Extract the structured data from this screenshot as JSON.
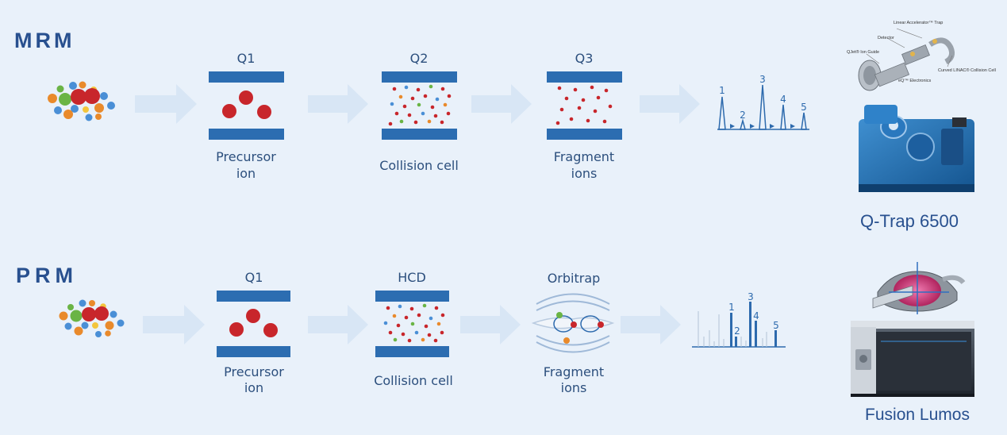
{
  "colors": {
    "background": "#e9f1fa",
    "bar": "#2c6db1",
    "title": "#28508f",
    "label": "#2c4f7d",
    "arrow": "#d8e6f5",
    "ion_red": "#c8262b",
    "ion_orange": "#e98a2b",
    "ion_green": "#6ab445",
    "ion_blue": "#4a8fd6",
    "ion_yellow": "#f3c53c",
    "spectrum": "#2d6aad"
  },
  "mrm": {
    "title": "MRM",
    "stage1": {
      "name": "Q1",
      "caption_line1": "Precursor",
      "caption_line2": "ion"
    },
    "stage2": {
      "name": "Q2",
      "caption": "Collision cell"
    },
    "stage3": {
      "name": "Q3",
      "caption_line1": "Fragment",
      "caption_line2": "ions"
    },
    "spectrum_peaks": [
      "1",
      "2",
      "3",
      "4",
      "5"
    ],
    "instrument_labels": [
      "Linear Accelerator™ Trap",
      "Detector",
      "QJet® Ion Guide",
      "Curved LINAC® Collision Cell",
      "eQ™ Electronics"
    ],
    "instrument": "Q-Trap 6500"
  },
  "prm": {
    "title": "PRM",
    "stage1": {
      "name": "Q1",
      "caption_line1": "Precursor",
      "caption_line2": "ion"
    },
    "stage2": {
      "name": "HCD",
      "caption": "Collision cell"
    },
    "stage3": {
      "name": "Orbitrap",
      "caption_line1": "Fragment",
      "caption_line2": "ions"
    },
    "spectrum_peaks": [
      "1",
      "2",
      "3",
      "4",
      "5"
    ],
    "instrument": "Fusion Lumos"
  }
}
